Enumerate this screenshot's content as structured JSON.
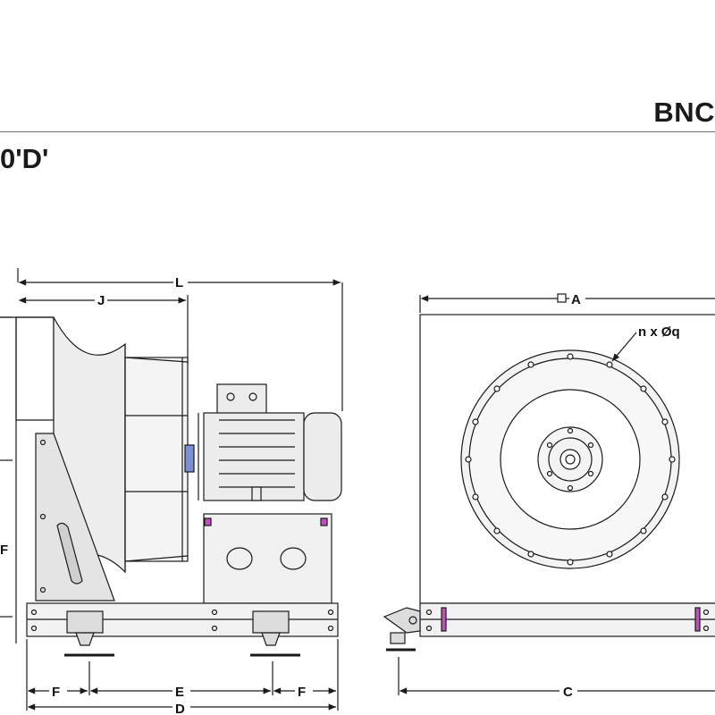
{
  "header": {
    "model_code": "BNC",
    "arrangement_label": "0'D'"
  },
  "dimensions": {
    "L": "L",
    "J": "J",
    "A": "A",
    "holes": "n x Øq",
    "F_left": "F",
    "E": "E",
    "F_right": "F",
    "D": "D",
    "C": "C",
    "left_edge_F": "F"
  },
  "colors": {
    "line": "#1a1a1a",
    "fill": "#e7e7e7",
    "flex_connector": "#7a8fd6",
    "bolt_accent": "#c050c0"
  }
}
